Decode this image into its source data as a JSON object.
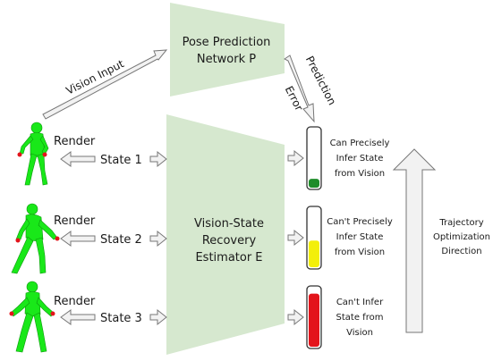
{
  "pose_network": {
    "line1": "Pose Prediction",
    "line2": "Network P"
  },
  "estimator": {
    "line1": "Vision-State",
    "line2": "Recovery",
    "line3": "Estimator E"
  },
  "vision_input_label": "Vision Input",
  "prediction_error": {
    "line1": "Prediction",
    "line2": "Error"
  },
  "rows": [
    {
      "render_label": "Render",
      "state_label": "State 1",
      "gauge_level": 0.15,
      "gauge_color": "#1e8c2a",
      "caption": [
        "Can Precisely",
        "Infer State",
        "from Vision"
      ]
    },
    {
      "render_label": "Render",
      "state_label": "State 2",
      "gauge_level": 0.45,
      "gauge_color": "#f3ef0a",
      "caption": [
        "Can't Precisely",
        "Infer State",
        "from Vision"
      ]
    },
    {
      "render_label": "Render",
      "state_label": "State 3",
      "gauge_level": 0.9,
      "gauge_color": "#e3141b",
      "caption": [
        "Can't Infer",
        "State from",
        "Vision"
      ]
    }
  ],
  "trajectory": {
    "line1": "Trajectory",
    "line2": "Optimization",
    "line3": "Direction"
  },
  "colors": {
    "network_fill": "#d6e8cf",
    "figure_green": "#19e819",
    "arrow_fill": "#f2f2f2",
    "arrow_stroke": "#777777"
  }
}
